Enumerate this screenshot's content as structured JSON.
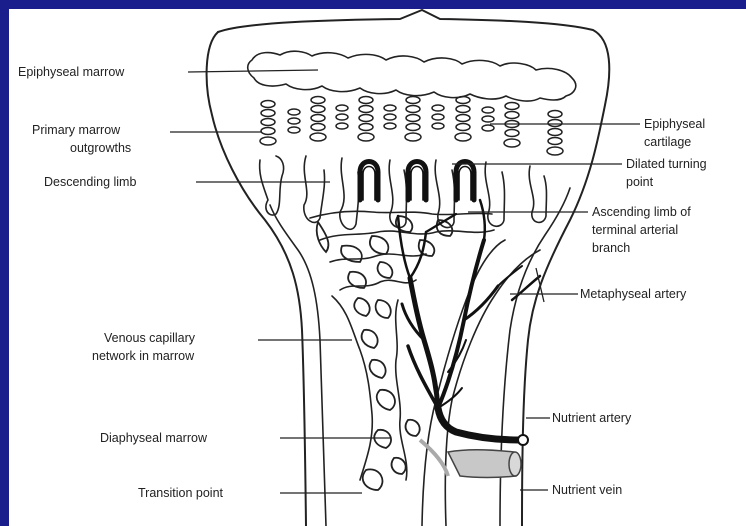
{
  "labels": {
    "epiphyseal_marrow": "Epiphyseal marrow",
    "primary_marrow_1": "Primary marrow",
    "primary_marrow_2": "outgrowths",
    "descending_limb": "Descending limb",
    "epiphyseal_cartilage_1": "Epiphyseal",
    "epiphyseal_cartilage_2": "cartilage",
    "dilated_turning_1": "Dilated turning",
    "dilated_turning_2": "point",
    "ascending_limb_1": "Ascending limb of",
    "ascending_limb_2": "terminal arterial",
    "ascending_limb_3": "branch",
    "metaphyseal_artery": "Metaphyseal artery",
    "venous_capillary_1": "Venous capillary",
    "venous_capillary_2": "network in marrow",
    "diaphyseal_marrow": "Diaphyseal marrow",
    "transition_point": "Transition point",
    "nutrient_artery": "Nutrient artery",
    "nutrient_vein": "Nutrient vein"
  },
  "colors": {
    "frame": "#1a1d8c",
    "background": "#ffffff",
    "ink": "#222222",
    "vein_fill": "#c8c8c8"
  }
}
